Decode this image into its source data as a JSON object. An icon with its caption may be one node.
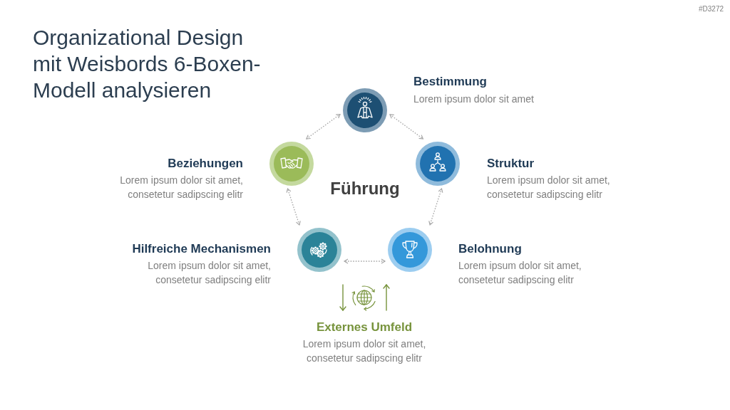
{
  "diagram": {
    "title": "Organizational Design mit Weisbords 6-Boxen-Modell analysieren",
    "nodes": [
      {
        "text": [
          "Bestimmung",
          "Lorem ipsum dolor sit amet"
        ]
      },
      {
        "text": [
          "Beziehungen",
          "Lorem ipsum dolor sit amet, consetetur sadipscing elitr"
        ]
      },
      {
        "text": [
          "Struktur",
          "Lorem ipsum dolor sit amet, consetetur sadipscing elitr"
        ]
      },
      {
        "text": [
          "Hilfreiche Mechanismen",
          "Lorem ipsum dolor sit amet, consetetur sadipscing elitr"
        ]
      },
      {
        "text": [
          "Belohnung",
          "Lorem ipsum dolor sit amet, consetetur sadipscing elitr"
        ]
      },
      {
        "text": [
          "Externes Umfeld",
          "Lorem ipsum dolor sit amet, consetetur sadipscing elitr"
        ]
      }
    ],
    "edges": [
      {
        "from": 1,
        "to": 0,
        "arrow": "both",
        "style": "dashed"
      },
      {
        "from": 0,
        "to": 2,
        "arrow": "both",
        "style": "dashed"
      },
      {
        "from": 2,
        "to": 4,
        "arrow": "both",
        "style": "dashed"
      },
      {
        "from": 4,
        "to": 3,
        "arrow": "both",
        "style": "dashed"
      },
      {
        "from": 3,
        "to": 1,
        "arrow": "both",
        "style": "dashed"
      }
    ],
    "labels": [
      "#D3272",
      "Führung"
    ]
  }
}
